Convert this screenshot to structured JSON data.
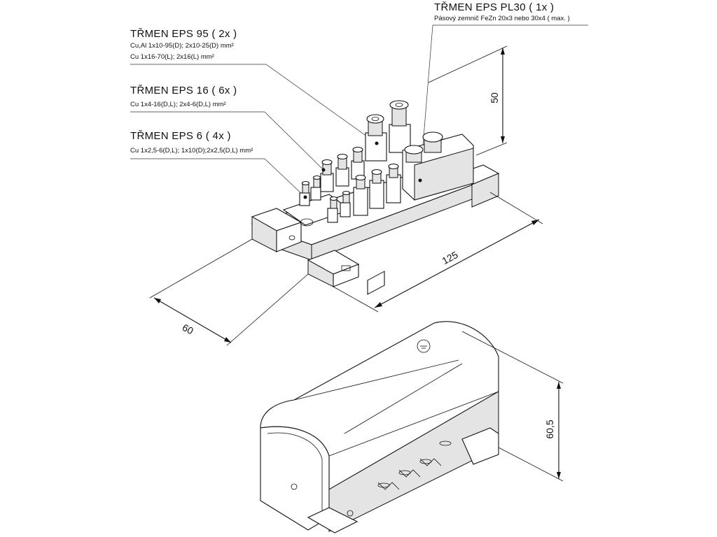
{
  "labels": {
    "pl30": {
      "title": "TŘMEN  EPS PL30 ( 1x )",
      "spec": "Pásový zemnič FeZn 20x3 nebo 30x4 ( max. )"
    },
    "eps95": {
      "title": "TŘMEN  EPS 95 ( 2x )",
      "spec1": "Cu,Al 1x10-95(D); 2x10-25(D) mm²",
      "spec2": "Cu 1x16-70(L); 2x16(L) mm²"
    },
    "eps16": {
      "title": "TŘMEN  EPS 16 ( 6x )",
      "spec1": "Cu 1x4-16(D,L); 2x4-6(D,L) mm²"
    },
    "eps6": {
      "title": "TŘMEN  EPS 6 ( 4x )",
      "spec1": "Cu 1x2,5-6(D,L); 1x10(D);2x2,5(D,L) mm²"
    }
  },
  "dimensions": {
    "height_top": "50",
    "length": "125",
    "width": "60",
    "height_cover": "60,5"
  }
}
